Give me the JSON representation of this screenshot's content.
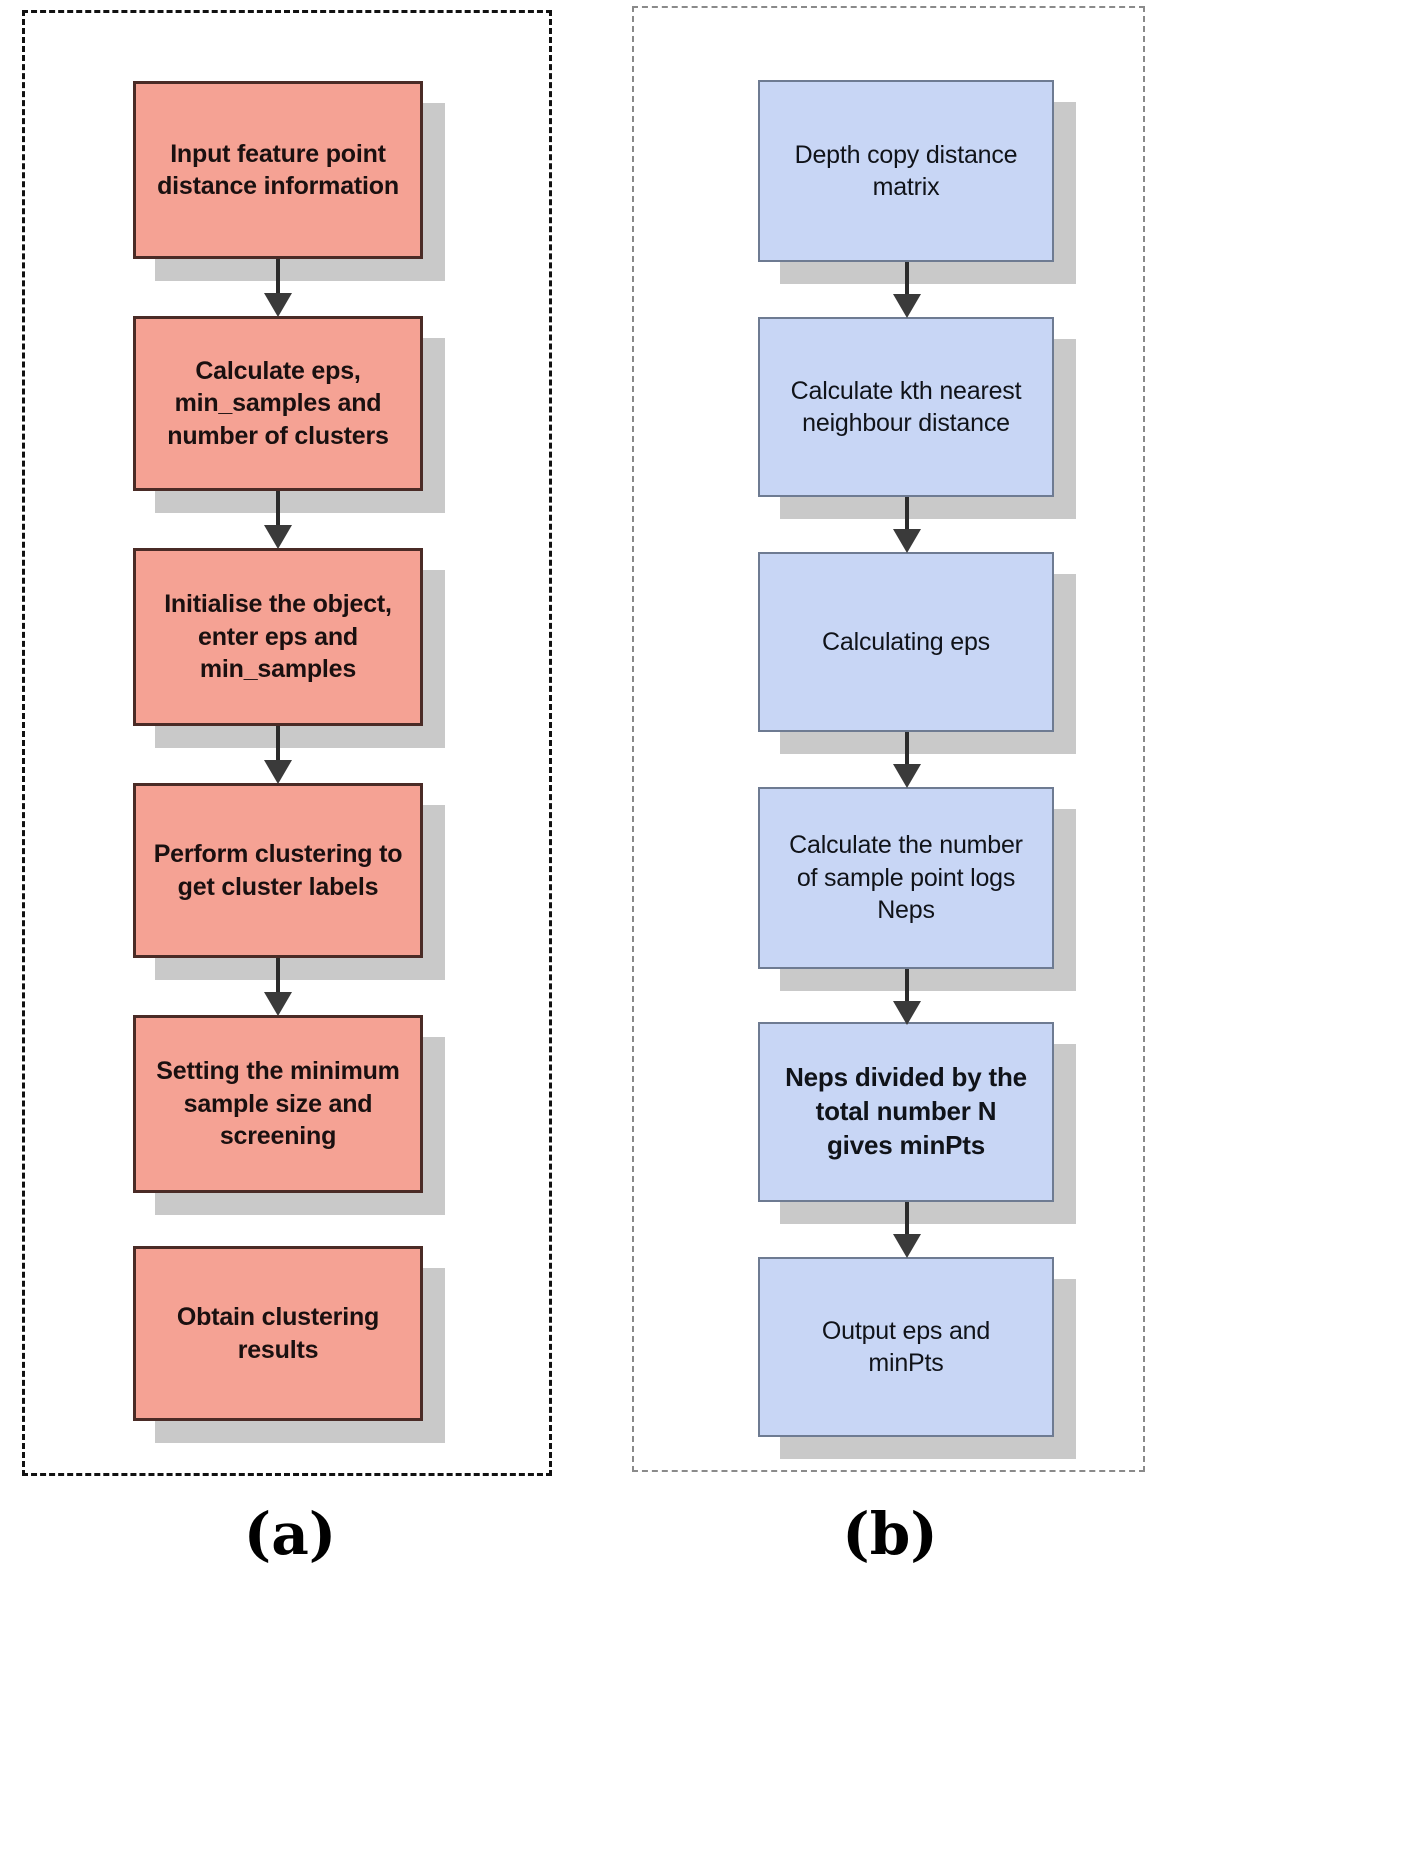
{
  "figure": {
    "type": "flowchart",
    "panel_count": 2
  },
  "colors": {
    "panel_a_node_fill": "#f5a294",
    "panel_a_node_border": "#4a2b26",
    "panel_b_node_fill": "#c8d6f5",
    "panel_b_node_border": "#6e7b92",
    "node_shadow": "#c9c9c9",
    "arrow": "#2b2b2b",
    "panel_a_border": "#111111",
    "panel_b_border": "#8a8a8a",
    "background": "#ffffff"
  },
  "panel_a": {
    "caption": "(a)",
    "border_style": "dashed",
    "nodes": [
      {
        "id": "a1",
        "text": "Input feature point\ndistance information"
      },
      {
        "id": "a2",
        "text": "Calculate eps,\nmin_samples and\nnumber of clusters"
      },
      {
        "id": "a3",
        "text": "Initialise the object,\nenter eps and\nmin_samples"
      },
      {
        "id": "a4",
        "text": "Perform clustering to\nget cluster labels"
      },
      {
        "id": "a5",
        "text": "Setting the minimum\nsample size and\nscreening"
      },
      {
        "id": "a6",
        "text": "Obtain clustering\nresults"
      }
    ],
    "edges": [
      {
        "from": "a1",
        "to": "a2"
      },
      {
        "from": "a2",
        "to": "a3"
      },
      {
        "from": "a3",
        "to": "a4"
      },
      {
        "from": "a4",
        "to": "a5"
      }
    ]
  },
  "panel_b": {
    "caption": "(b)",
    "border_style": "dashed",
    "nodes": [
      {
        "id": "b1",
        "text": "Depth copy distance\nmatrix"
      },
      {
        "id": "b2",
        "text": "Calculate kth nearest\nneighbour distance"
      },
      {
        "id": "b3",
        "text": "Calculating eps"
      },
      {
        "id": "b4",
        "text": "Calculate the number\nof sample point logs\nNeps"
      },
      {
        "id": "b5",
        "text": "Neps divided by the\ntotal number N\ngives minPts"
      },
      {
        "id": "b6",
        "text": "Output eps and\nminPts"
      }
    ],
    "edges": [
      {
        "from": "b1",
        "to": "b2"
      },
      {
        "from": "b2",
        "to": "b3"
      },
      {
        "from": "b3",
        "to": "b4"
      },
      {
        "from": "b4",
        "to": "b5"
      },
      {
        "from": "b5",
        "to": "b6"
      }
    ]
  }
}
